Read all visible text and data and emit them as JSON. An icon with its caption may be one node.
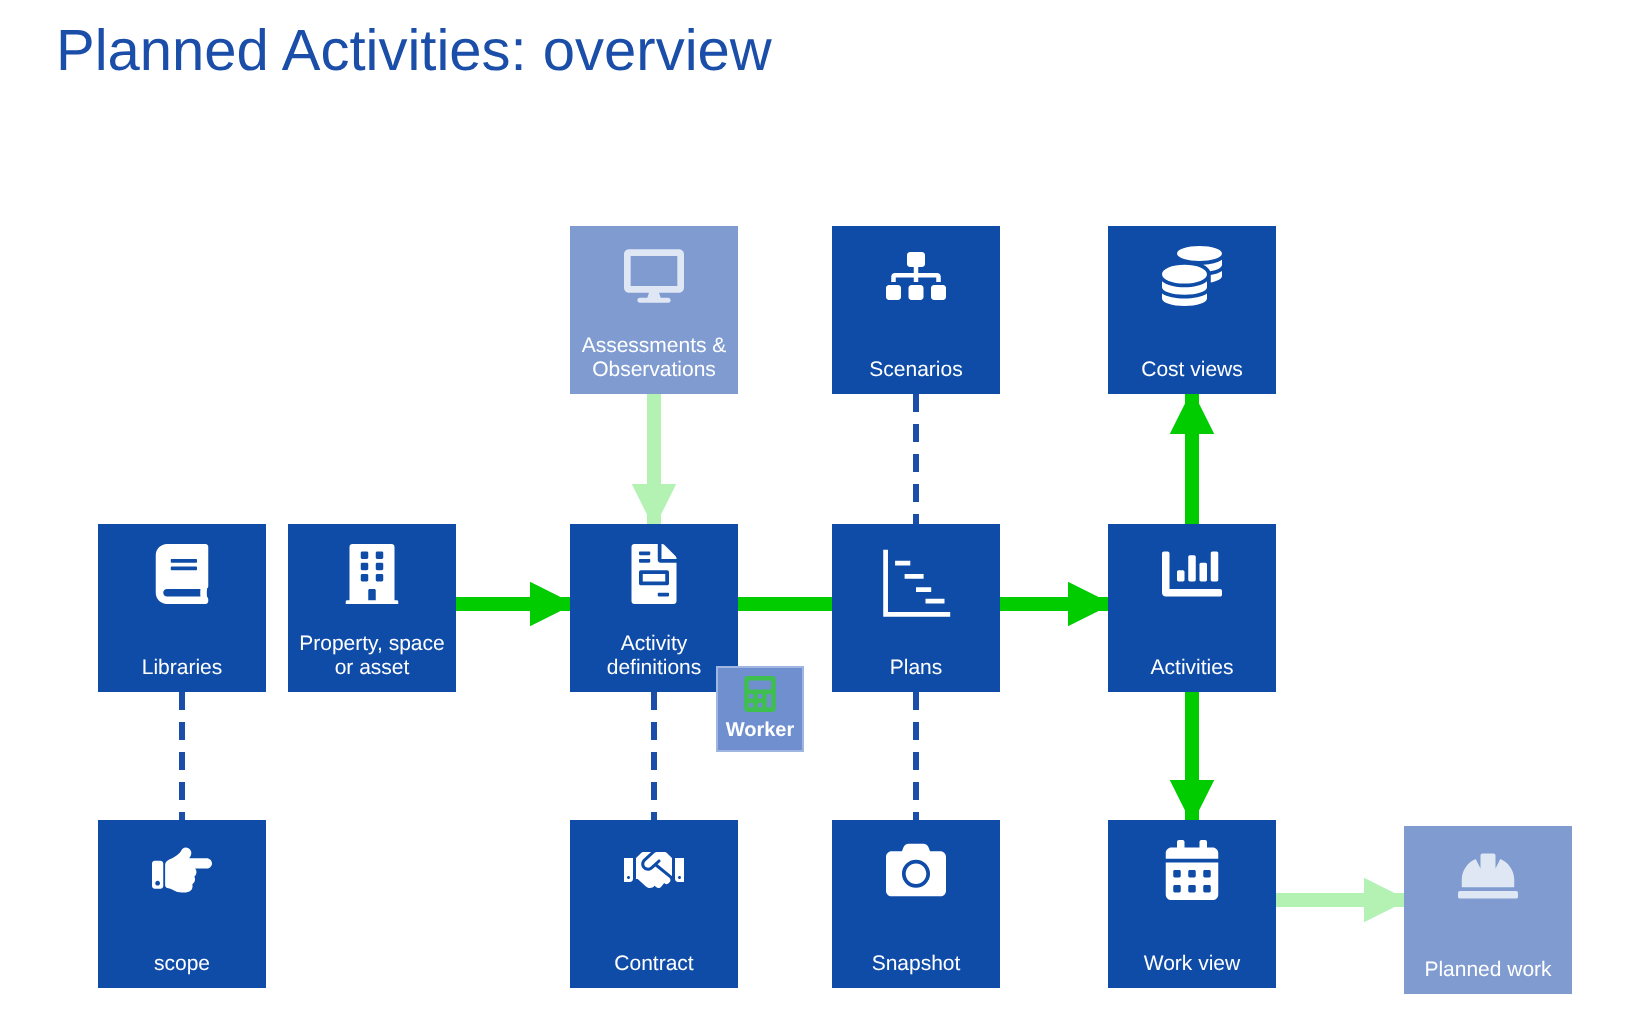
{
  "diagram": {
    "title": "Planned Activities: overview",
    "nodes": [
      {
        "text": [
          "Assessments & Observations"
        ]
      },
      {
        "text": [
          "Scenarios"
        ]
      },
      {
        "text": [
          "Cost views"
        ]
      },
      {
        "text": [
          "Libraries"
        ]
      },
      {
        "text": [
          "Property, space or asset"
        ]
      },
      {
        "text": [
          "Activity definitions"
        ]
      },
      {
        "text": [
          "Worker"
        ]
      },
      {
        "text": [
          "Plans"
        ]
      },
      {
        "text": [
          "Activities"
        ]
      },
      {
        "text": [
          "scope"
        ]
      },
      {
        "text": [
          "Contract"
        ]
      },
      {
        "text": [
          "Snapshot"
        ]
      },
      {
        "text": [
          "Work view"
        ]
      },
      {
        "text": [
          "Planned work"
        ]
      }
    ],
    "edges": [
      {
        "from": 0,
        "to": 5,
        "arrow": "to",
        "color": "#b3f2b3"
      },
      {
        "from": 4,
        "to": 5,
        "arrow": "to"
      },
      {
        "from": 5,
        "to": 7,
        "arrow": "none"
      },
      {
        "from": 7,
        "to": 8,
        "arrow": "to"
      },
      {
        "from": 8,
        "to": 2,
        "arrow": "to"
      },
      {
        "from": 8,
        "to": 12,
        "arrow": "to"
      },
      {
        "from": 12,
        "to": 13,
        "arrow": "to",
        "color": "#b3f2b3"
      },
      {
        "from": 1,
        "to": 7,
        "arrow": "none",
        "style": "dashed",
        "color": "#1a4ea8"
      },
      {
        "from": 3,
        "to": 9,
        "arrow": "none",
        "style": "dashed",
        "color": "#1a4ea8"
      },
      {
        "from": 5,
        "to": 10,
        "arrow": "none",
        "style": "dashed",
        "color": "#1a4ea8"
      },
      {
        "from": 7,
        "to": 11,
        "arrow": "none",
        "style": "dashed",
        "color": "#1a4ea8"
      }
    ]
  }
}
